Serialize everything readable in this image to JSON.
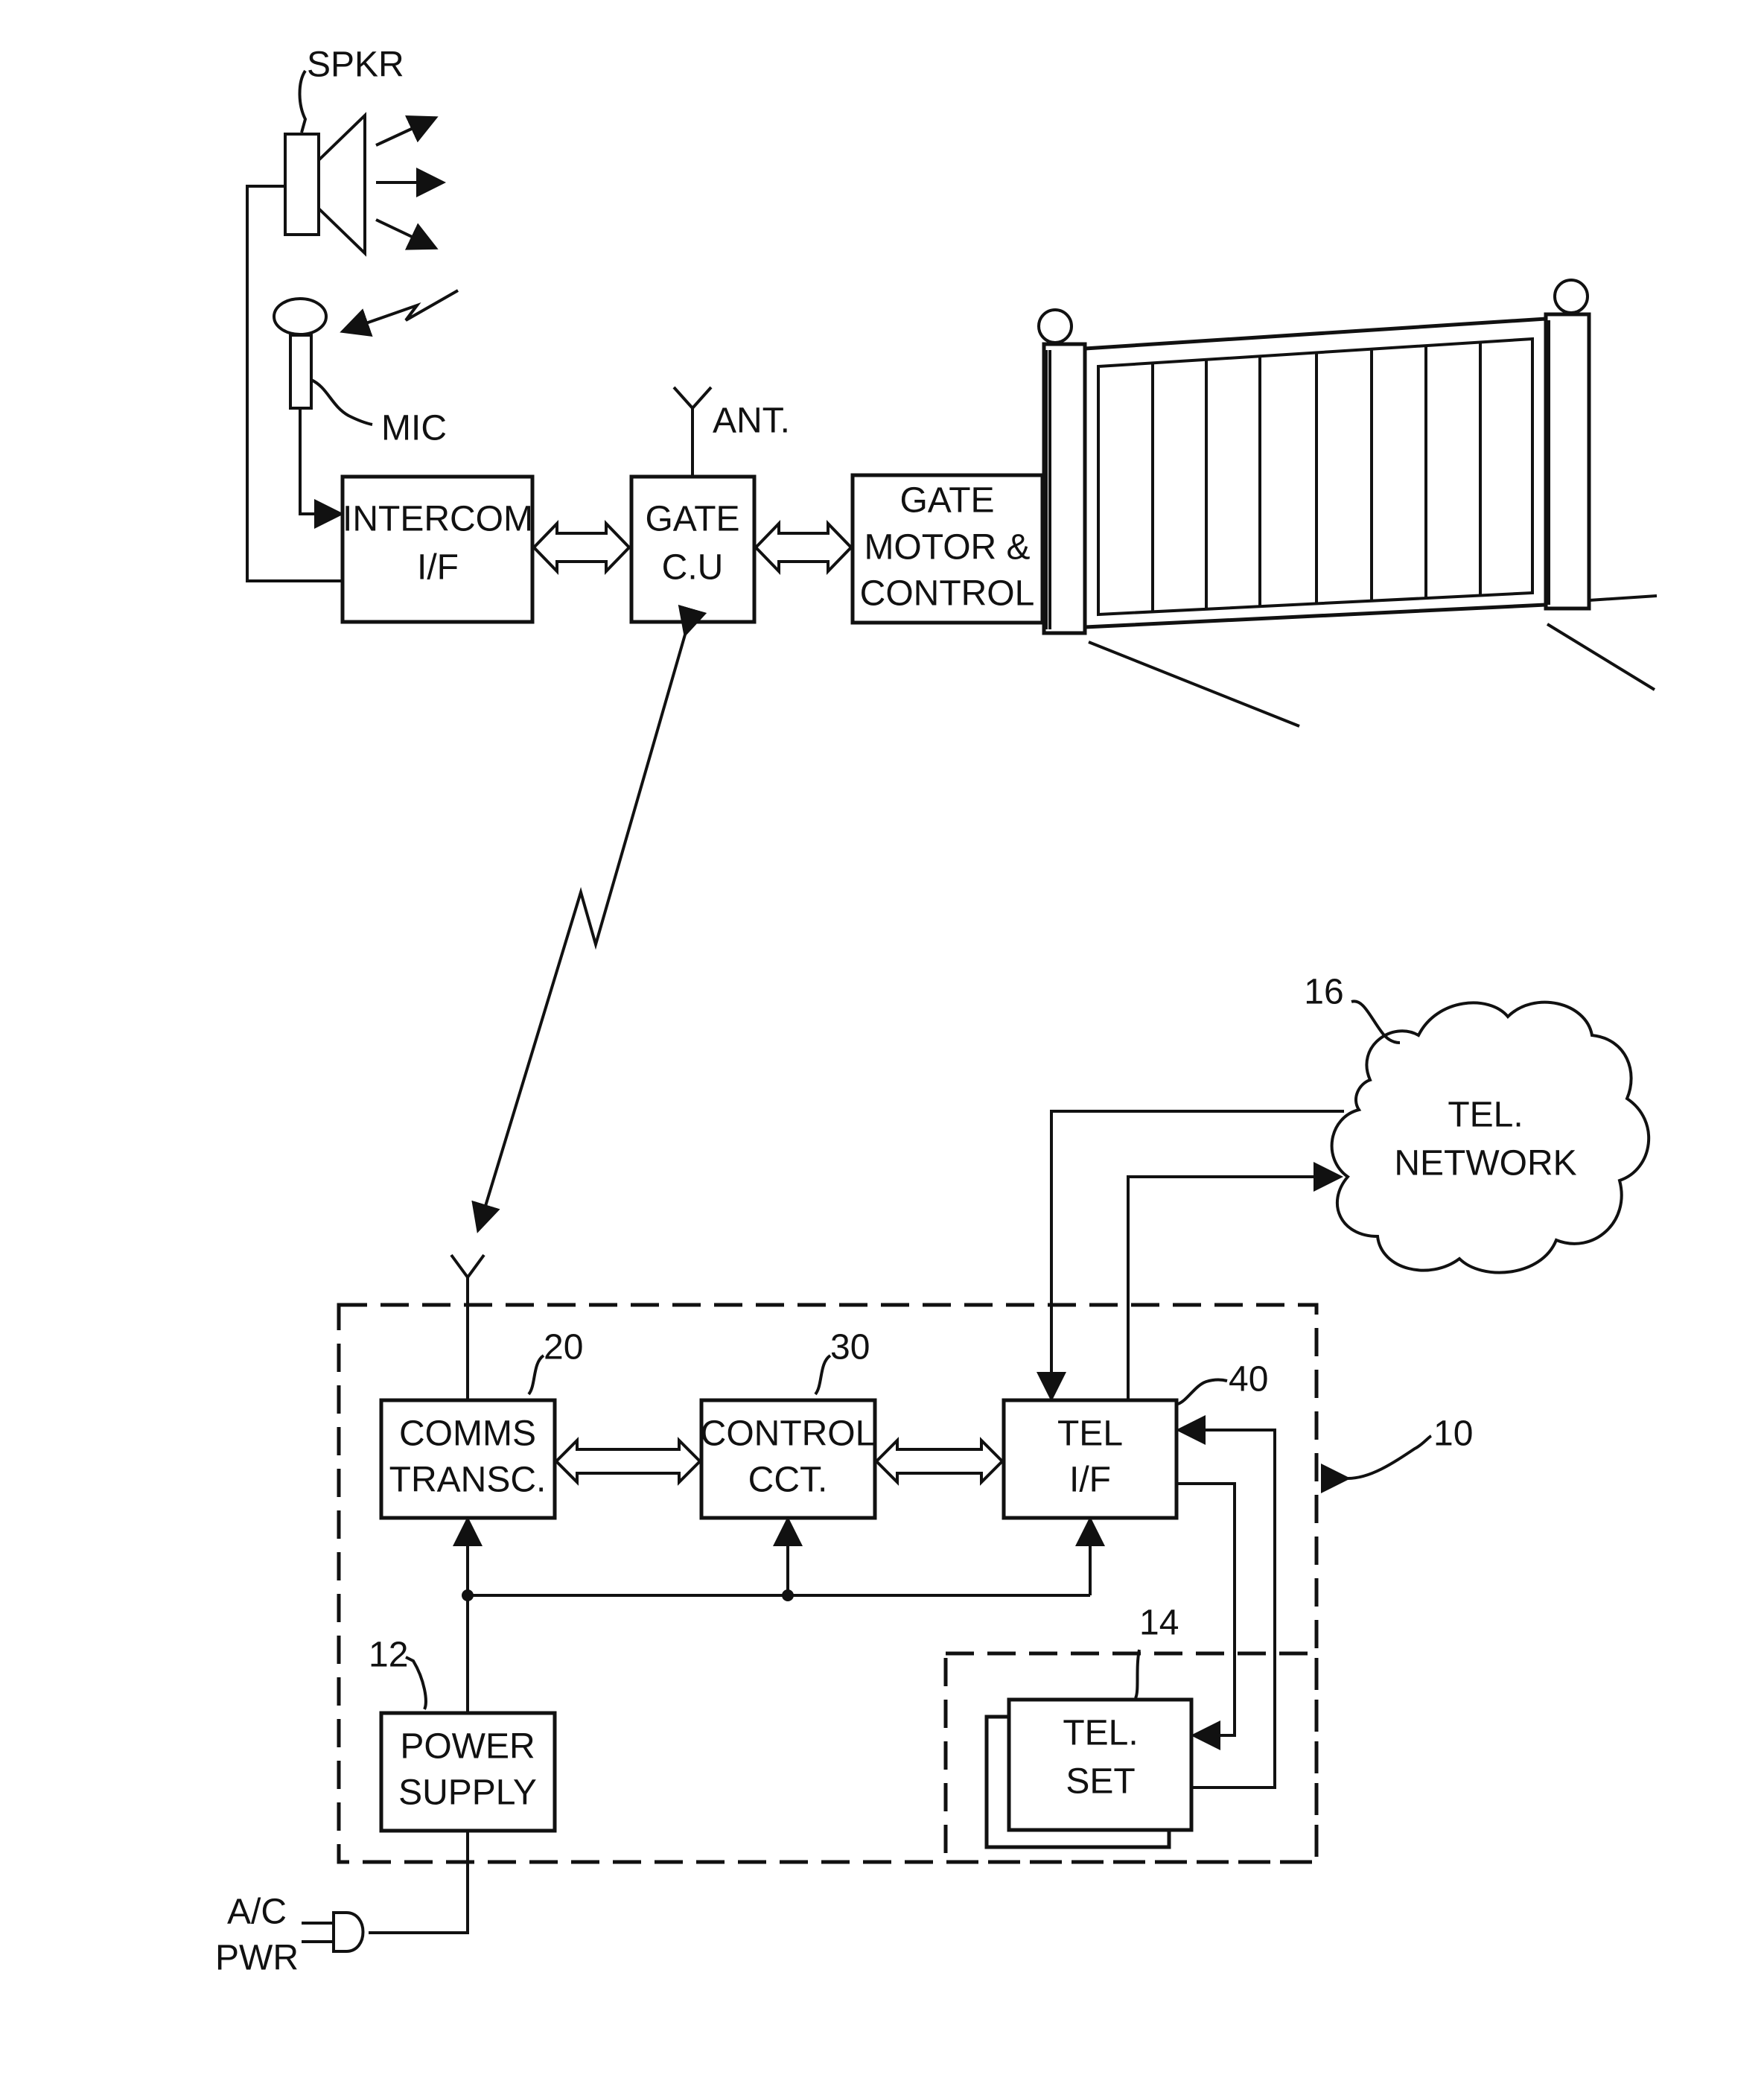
{
  "labels": {
    "spkr": "SPKR",
    "mic": "MIC",
    "ant": "ANT.",
    "intercom_line1": "INTERCOM",
    "intercom_line2": "I/F",
    "gate_cu_line1": "GATE",
    "gate_cu_line2": "C.U",
    "gate_motor_line1": "GATE",
    "gate_motor_line2": "MOTOR &",
    "gate_motor_line3": "CONTROL",
    "comms_line1": "COMMS",
    "comms_line2": "TRANSC.",
    "control_line1": "CONTROL",
    "control_line2": "CCT.",
    "tel_if_line1": "TEL",
    "tel_if_line2": "I/F",
    "power_line1": "POWER",
    "power_line2": "SUPPLY",
    "tel_set_line1": "TEL.",
    "tel_set_line2": "SET",
    "network_line1": "TEL.",
    "network_line2": "NETWORK",
    "ac_line1": "A/C",
    "ac_line2": "PWR"
  },
  "refs": {
    "comms": "20",
    "control": "30",
    "tel_if": "40",
    "system": "10",
    "power": "12",
    "tel_set": "14",
    "network": "16"
  }
}
